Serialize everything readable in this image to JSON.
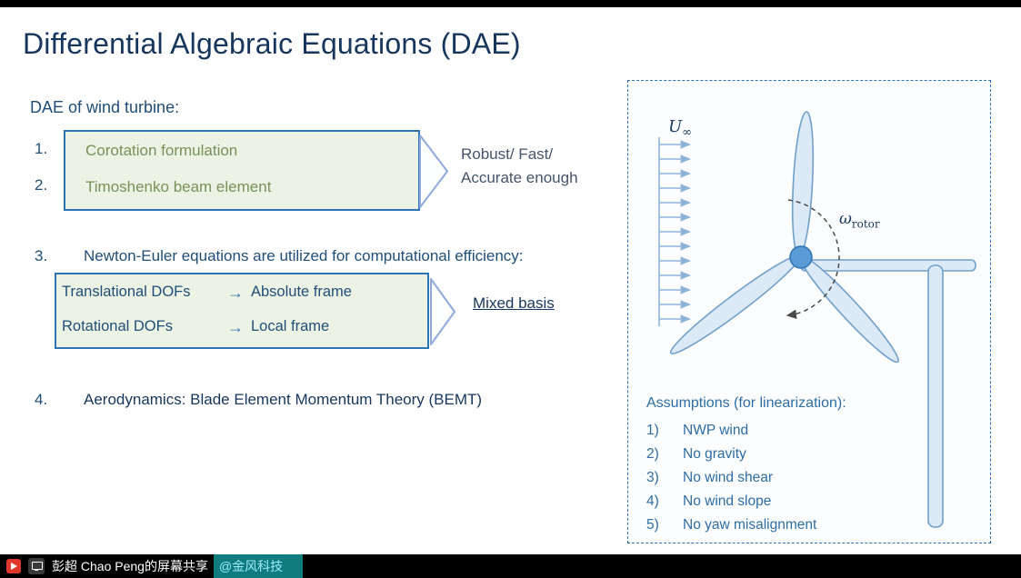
{
  "slide": {
    "title": "Differential Algebraic Equations (DAE)",
    "intro": "DAE of wind turbine:",
    "items": {
      "n1": "1.",
      "t1": "Corotation formulation",
      "n2": "2.",
      "t2": "Timoshenko beam element",
      "n3": "3.",
      "t3": "Newton-Euler equations are utilized for computational efficiency:",
      "n4": "4.",
      "t4": "Aerodynamics: Blade Element Momentum Theory (BEMT)"
    },
    "arrow1_line1": "Robust/ Fast/",
    "arrow1_line2": "Accurate enough",
    "dof_box": {
      "r1l": "Translational DOFs",
      "r1a": "→",
      "r1r": "Absolute frame",
      "r2l": "Rotational DOFs",
      "r2a": "→",
      "r2r": "Local frame"
    },
    "arrow2_label": "Mixed basis"
  },
  "diagram": {
    "wind_label_main": "U",
    "wind_label_sub": "∞",
    "rotor_symbol": "ω",
    "rotor_sub": "rotor",
    "assumptions_heading": "Assumptions (for linearization):",
    "assumptions": [
      {
        "num": "1)",
        "text": "NWP wind"
      },
      {
        "num": "2)",
        "text": "No gravity"
      },
      {
        "num": "3)",
        "text": "No wind shear"
      },
      {
        "num": "4)",
        "text": "No wind slope"
      },
      {
        "num": "5)",
        "text": "No yaw misalignment"
      }
    ]
  },
  "statusbar": {
    "share_text": "彭超 Chao Peng的屏幕共享",
    "mention": "@金风科技"
  },
  "colors": {
    "title": "#17365D",
    "body_blue": "#1F4E79",
    "box_fill": "#EDF3E4",
    "box_border": "#2E74B5",
    "accent_blue": "#5B9BD5",
    "mention_bg": "#0F7C80",
    "mention_text": "#9FE9FF"
  }
}
